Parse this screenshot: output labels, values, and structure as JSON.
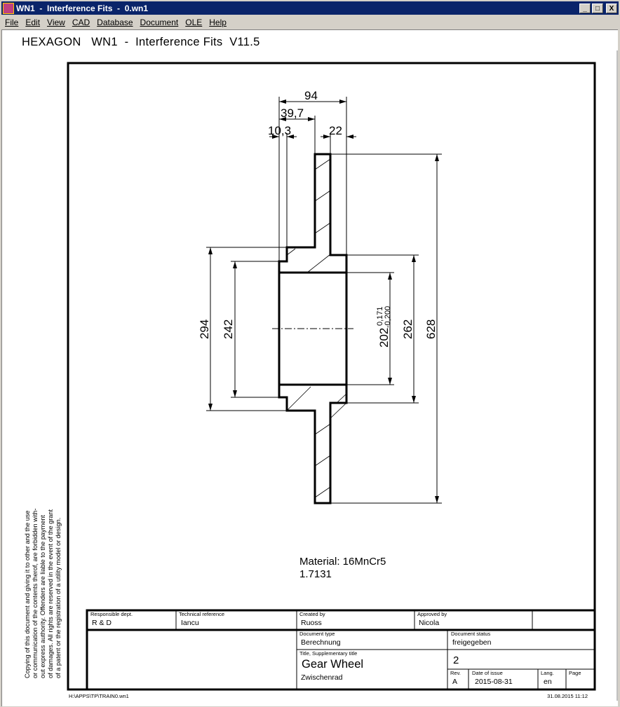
{
  "window": {
    "title": "WN1  -  Interference Fits  -  0.wn1",
    "minimize": "_",
    "maximize": "□",
    "close": "X"
  },
  "menu": [
    "File",
    "Edit",
    "View",
    "CAD",
    "Database",
    "Document",
    "OLE",
    "Help"
  ],
  "heading": "HEXAGON   WN1  -  Interference Fits  V11.5",
  "drawing": {
    "dims": {
      "d94": "94",
      "d39_7": "39,7",
      "d10_3": "10,3",
      "d22": "22",
      "d294": "294",
      "d242": "242",
      "d202": "202",
      "tol_upper": "0,171",
      "tol_lower": "-0,200",
      "d262": "262",
      "d628": "628"
    },
    "material_line1": "Material: 16MnCr5",
    "material_line2": "1.7131"
  },
  "notice": [
    "Copying of this document and giving it to other and the use",
    "or communication of the contents therof, are forbidden with-",
    "out express authority. Offenders are liable to the payment",
    "of damages. All rights are reserved in the event of the grant",
    "of a patent or the registration of a utility model or design."
  ],
  "title_block": {
    "responsible_dept_label": "Responsible dept.",
    "responsible_dept": "R & D",
    "technical_reference_label": "Technical reference",
    "technical_reference": "Iancu",
    "created_by_label": "Created by",
    "created_by": "Ruoss",
    "approved_by_label": "Approved by",
    "approved_by": "Nicola",
    "document_type_label": "Document type",
    "document_type": "Berechnung",
    "document_status_label": "Document status",
    "document_status": "freigegeben",
    "title_label": "Title, Supplementary title",
    "title": "Gear Wheel",
    "supplementary_title": "Zwischenrad",
    "number": "2",
    "rev_label": "Rev.",
    "rev": "A",
    "date_label": "Date of issue",
    "date": "2015-08-31",
    "lang_label": "Lang.",
    "lang": "en",
    "page_label": "Page"
  },
  "footer": {
    "path": "H:\\APPS\\TP\\TRAIN0.wn1",
    "timestamp": "31.08.2015 11:12"
  }
}
